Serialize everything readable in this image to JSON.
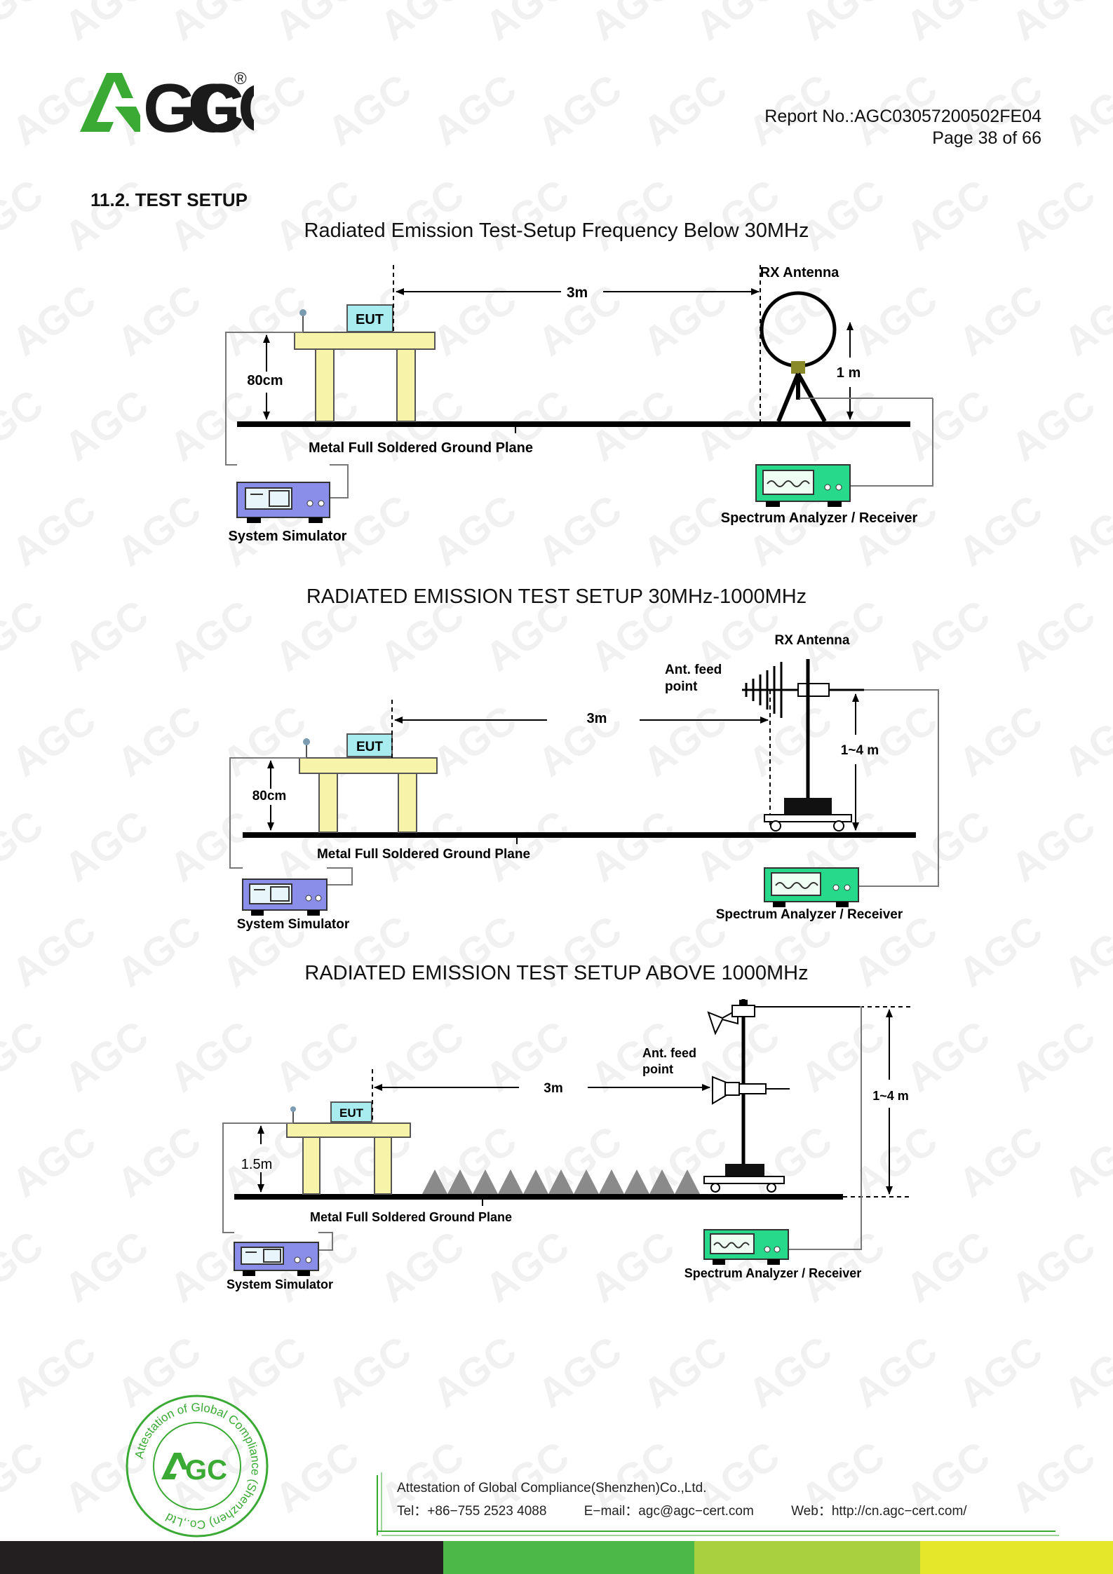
{
  "header": {
    "logo_text": "AGC",
    "registered_mark": "®",
    "report_no": "Report No.:AGC03057200502FE04",
    "page": "Page  38  of  66"
  },
  "section": {
    "title": "11.2. TEST SETUP"
  },
  "figures": [
    {
      "title": "Radiated Emission Test-Setup Frequency Below 30MHz",
      "labels": {
        "eut": "EUT",
        "distance": "3m",
        "antenna": "RX Antenna",
        "antenna_height": "1 m",
        "table_height": "80cm",
        "ground_plane": "Metal Full Soldered Ground Plane",
        "simulator": "System Simulator",
        "analyzer": "Spectrum Analyzer / Receiver"
      }
    },
    {
      "title": "RADIATED EMISSION TEST SETUP 30MHz-1000MHz",
      "labels": {
        "eut": "EUT",
        "distance": "3m",
        "antenna": "RX Antenna",
        "feed_point": [
          "Ant. feed",
          "point"
        ],
        "antenna_height": "1~4 m",
        "table_height": "80cm",
        "ground_plane": "Metal Full Soldered Ground Plane",
        "simulator": "System Simulator",
        "analyzer": "Spectrum Analyzer / Receiver"
      }
    },
    {
      "title": "RADIATED EMISSION TEST SETUP ABOVE 1000MHz",
      "labels": {
        "eut": "EUT",
        "distance": "3m",
        "feed_point": [
          "Ant. feed",
          "point"
        ],
        "antenna_height": "1~4 m",
        "table_height": "1.5m",
        "ground_plane": "Metal Full Soldered Ground Plane",
        "simulator": "System Simulator",
        "analyzer": "Spectrum Analyzer / Receiver"
      }
    }
  ],
  "stamp": {
    "ring_text": "Attestation of Global Compliance (Shenzhen) Co.,Ltd",
    "center_text": "AGC"
  },
  "footer": {
    "company": "Attestation of Global Compliance(Shenzhen)Co.,Ltd.",
    "tel": "Tel：+86−755 2523 4088",
    "email": "E−mail：agc@agc−cert.com",
    "web": "Web：http://cn.agc−cert.com/"
  },
  "colors": {
    "logo_green": "#3aaa35",
    "logo_dark": "#1b1b1b",
    "eut_fill": "#a8ecf0",
    "table_fill": "#f7f3a8",
    "simulator_fill": "#8b8ee8",
    "analyzer_fill": "#27d98a",
    "bar_dark": "#231f20",
    "bar_green": "#4cb848",
    "bar_lime": "#a9d03f",
    "bar_yellow": "#e5e82a"
  }
}
